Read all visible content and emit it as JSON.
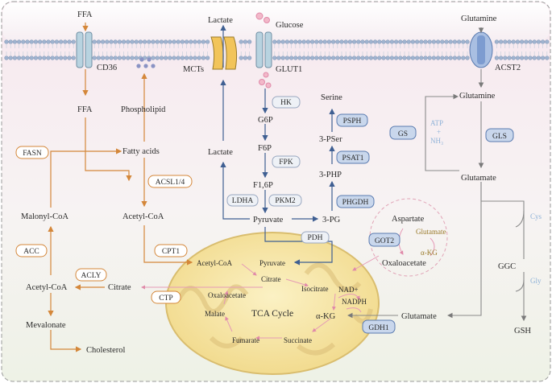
{
  "membrane": {
    "cd36": "CD36",
    "mcts": "MCTs",
    "glut1": "GLUT1",
    "acst2": "ACST2"
  },
  "extracellular": {
    "ffa": "FFA",
    "lactate": "Lactate",
    "glucose": "Glucose",
    "glutamine": "Glutamine"
  },
  "lipid": {
    "ffa": "FFA",
    "phospholipid": "Phospholipid",
    "fatty_acids": "Fatty acids",
    "fasn": "FASN",
    "acsl": "ACSL1/4",
    "malonyl_coa": "Malonyl-CoA",
    "acetyl_coa": "Acetyl-CoA",
    "acc": "ACC",
    "cpt1": "CPT1",
    "acly": "ACLY",
    "acetyl_coa_left": "Acetyl-CoA",
    "citrate": "Citrate",
    "ctp": "CTP",
    "mevalonate": "Mevalonate",
    "cholesterol": "Cholesterol"
  },
  "glycolysis": {
    "hk": "HK",
    "g6p": "G6P",
    "f6p": "F6P",
    "fpk": "FPK",
    "f16p": "F1,6P",
    "ldha": "LDHA",
    "pkm2": "PKM2",
    "lactate": "Lactate",
    "pyruvate": "Pyruvate"
  },
  "serine": {
    "serine": "Serine",
    "psph": "PSPH",
    "pser": "3-PSer",
    "psat1": "PSAT1",
    "php": "3-PHP",
    "phgdh": "PHGDH",
    "pg": "3-PG",
    "pdh": "PDH"
  },
  "glutamine": {
    "glutamine": "Glutamine",
    "gs": "GS",
    "atp": "ATP",
    "plus": "+",
    "nh3": "NH₃",
    "gls": "GLS",
    "glutamate": "Glutamate",
    "cys": "Cys",
    "ggc": "GGC",
    "gly": "Gly",
    "gsh": "GSH",
    "glutamate_mito": "Glutamate",
    "gdh1": "GDH1"
  },
  "transamination": {
    "aspartate": "Aspartate",
    "got2": "GOT2",
    "glutamate": "Glutamate",
    "akg": "α-KG",
    "oxaloacetate": "Oxaloacetate"
  },
  "mito": {
    "acetyl_coa": "Acetyl-CoA",
    "pyruvate": "Pyruvate",
    "citrate": "Citrate",
    "oxaloacetate": "Oxaloacetate",
    "isocitrate": "Isocitrate",
    "nad": "NAD+",
    "nadph": "NADPH",
    "tca": "TCA Cycle",
    "malate": "Malate",
    "akg": "α-KG",
    "fumarate": "Fumarate",
    "succinate": "Succinate"
  },
  "colors": {
    "orange": "#d4873a",
    "blue": "#3f5f92",
    "enzyme_fill": "#c9d7ec",
    "mito_fill": "#f7e7a6",
    "channel": "#b8d3e0"
  }
}
